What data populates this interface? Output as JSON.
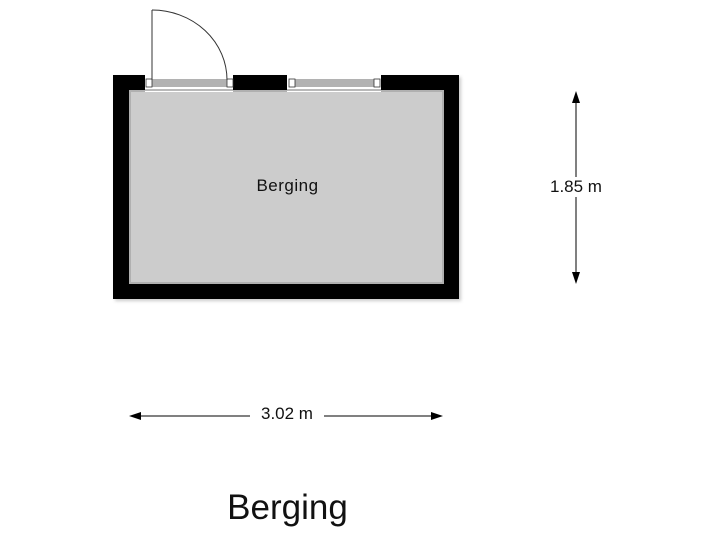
{
  "room": {
    "name": "Berging",
    "floor_color": "#cccccc",
    "wall_color": "#000000"
  },
  "dimensions": {
    "width_label": "3.02 m",
    "depth_label": "1.85 m"
  },
  "openings": [
    {
      "type": "door",
      "position": "top-left"
    },
    {
      "type": "window",
      "position": "top-center"
    }
  ],
  "title": "Berging"
}
